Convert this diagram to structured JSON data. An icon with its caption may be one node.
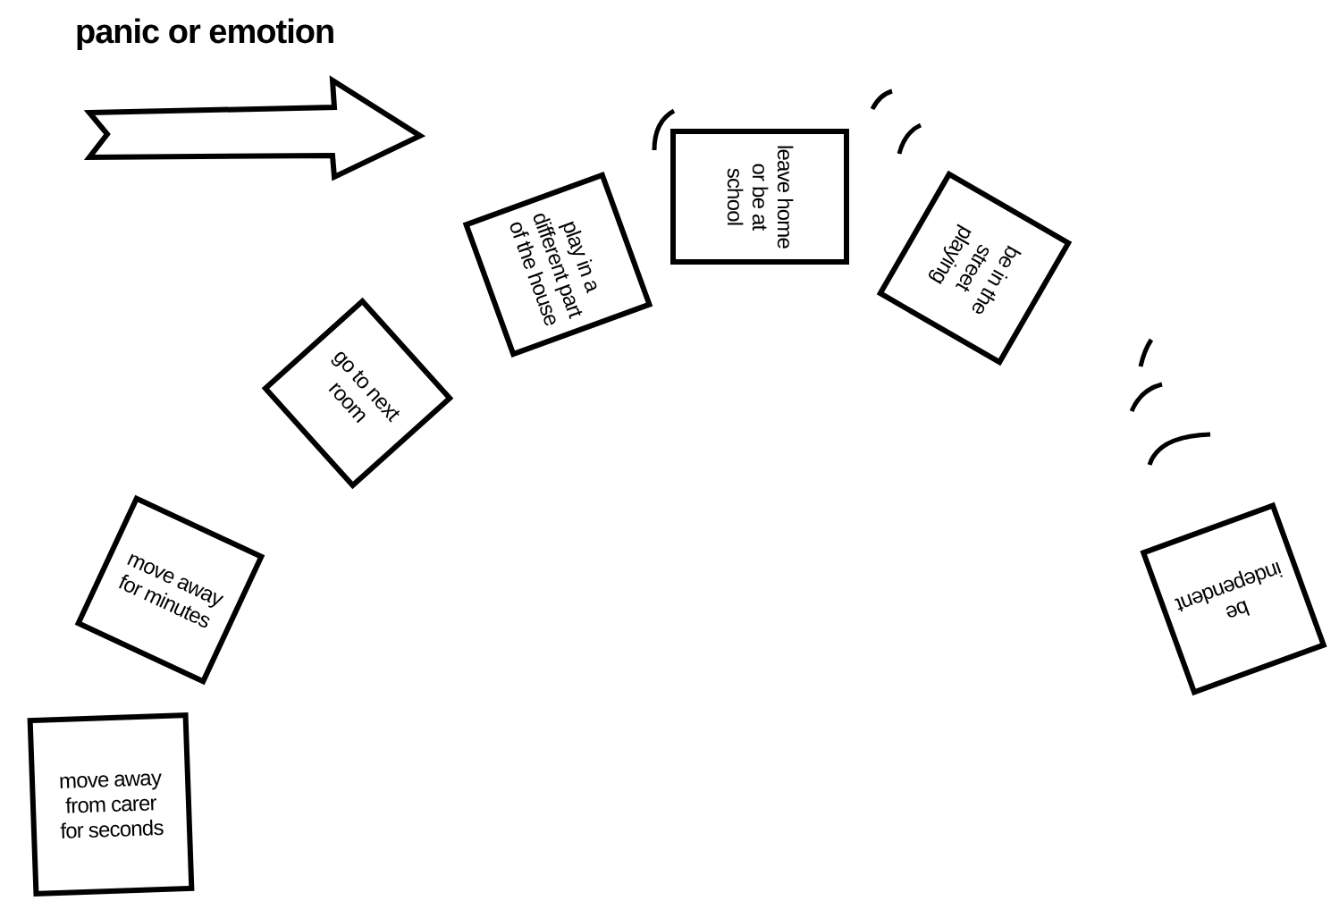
{
  "diagram": {
    "title": "panic or emotion",
    "nodes": [
      {
        "text": [
          "move away from carer for seconds"
        ]
      },
      {
        "text": [
          "move away for minutes"
        ]
      },
      {
        "text": [
          "go to next room"
        ]
      },
      {
        "text": [
          "play in a different part of the house"
        ]
      },
      {
        "text": [
          "leave home or be at school"
        ]
      },
      {
        "text": [
          "be in the street playing"
        ]
      },
      {
        "text": [
          "be independent"
        ]
      }
    ]
  }
}
